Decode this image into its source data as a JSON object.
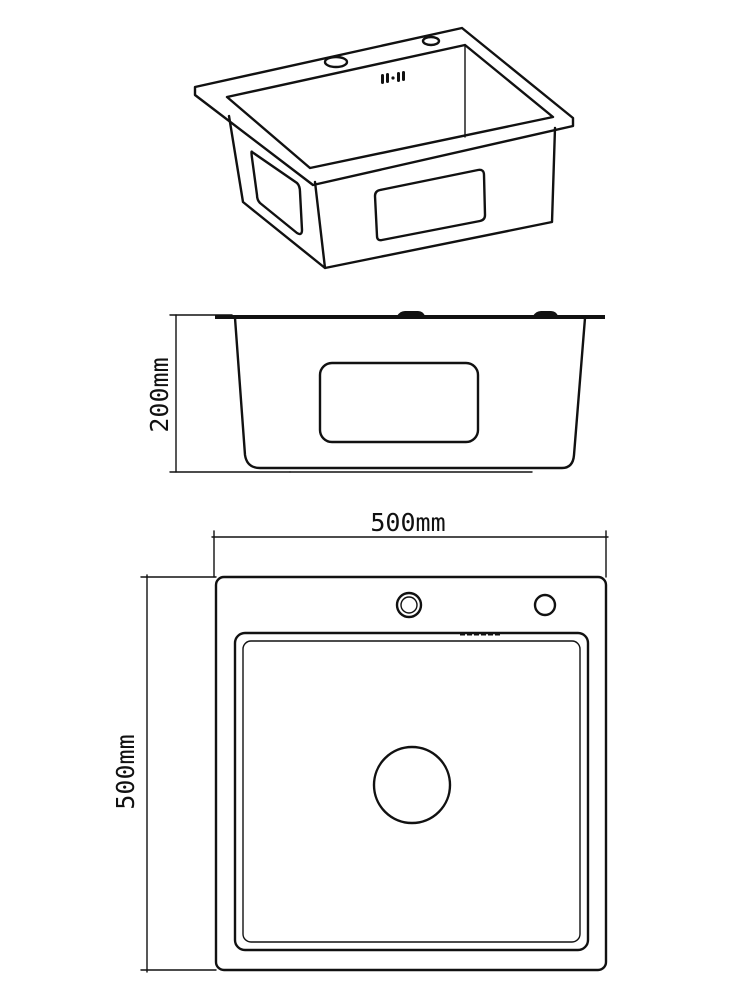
{
  "drawing": {
    "title": "Kitchen sink dimension drawing",
    "views": [
      "isometric",
      "side",
      "plan"
    ],
    "dimensions": {
      "height_label": "200mm",
      "width_label": "500mm",
      "depth_label": "500mm"
    },
    "line_color": "#111111",
    "background_color": "#ffffff"
  }
}
